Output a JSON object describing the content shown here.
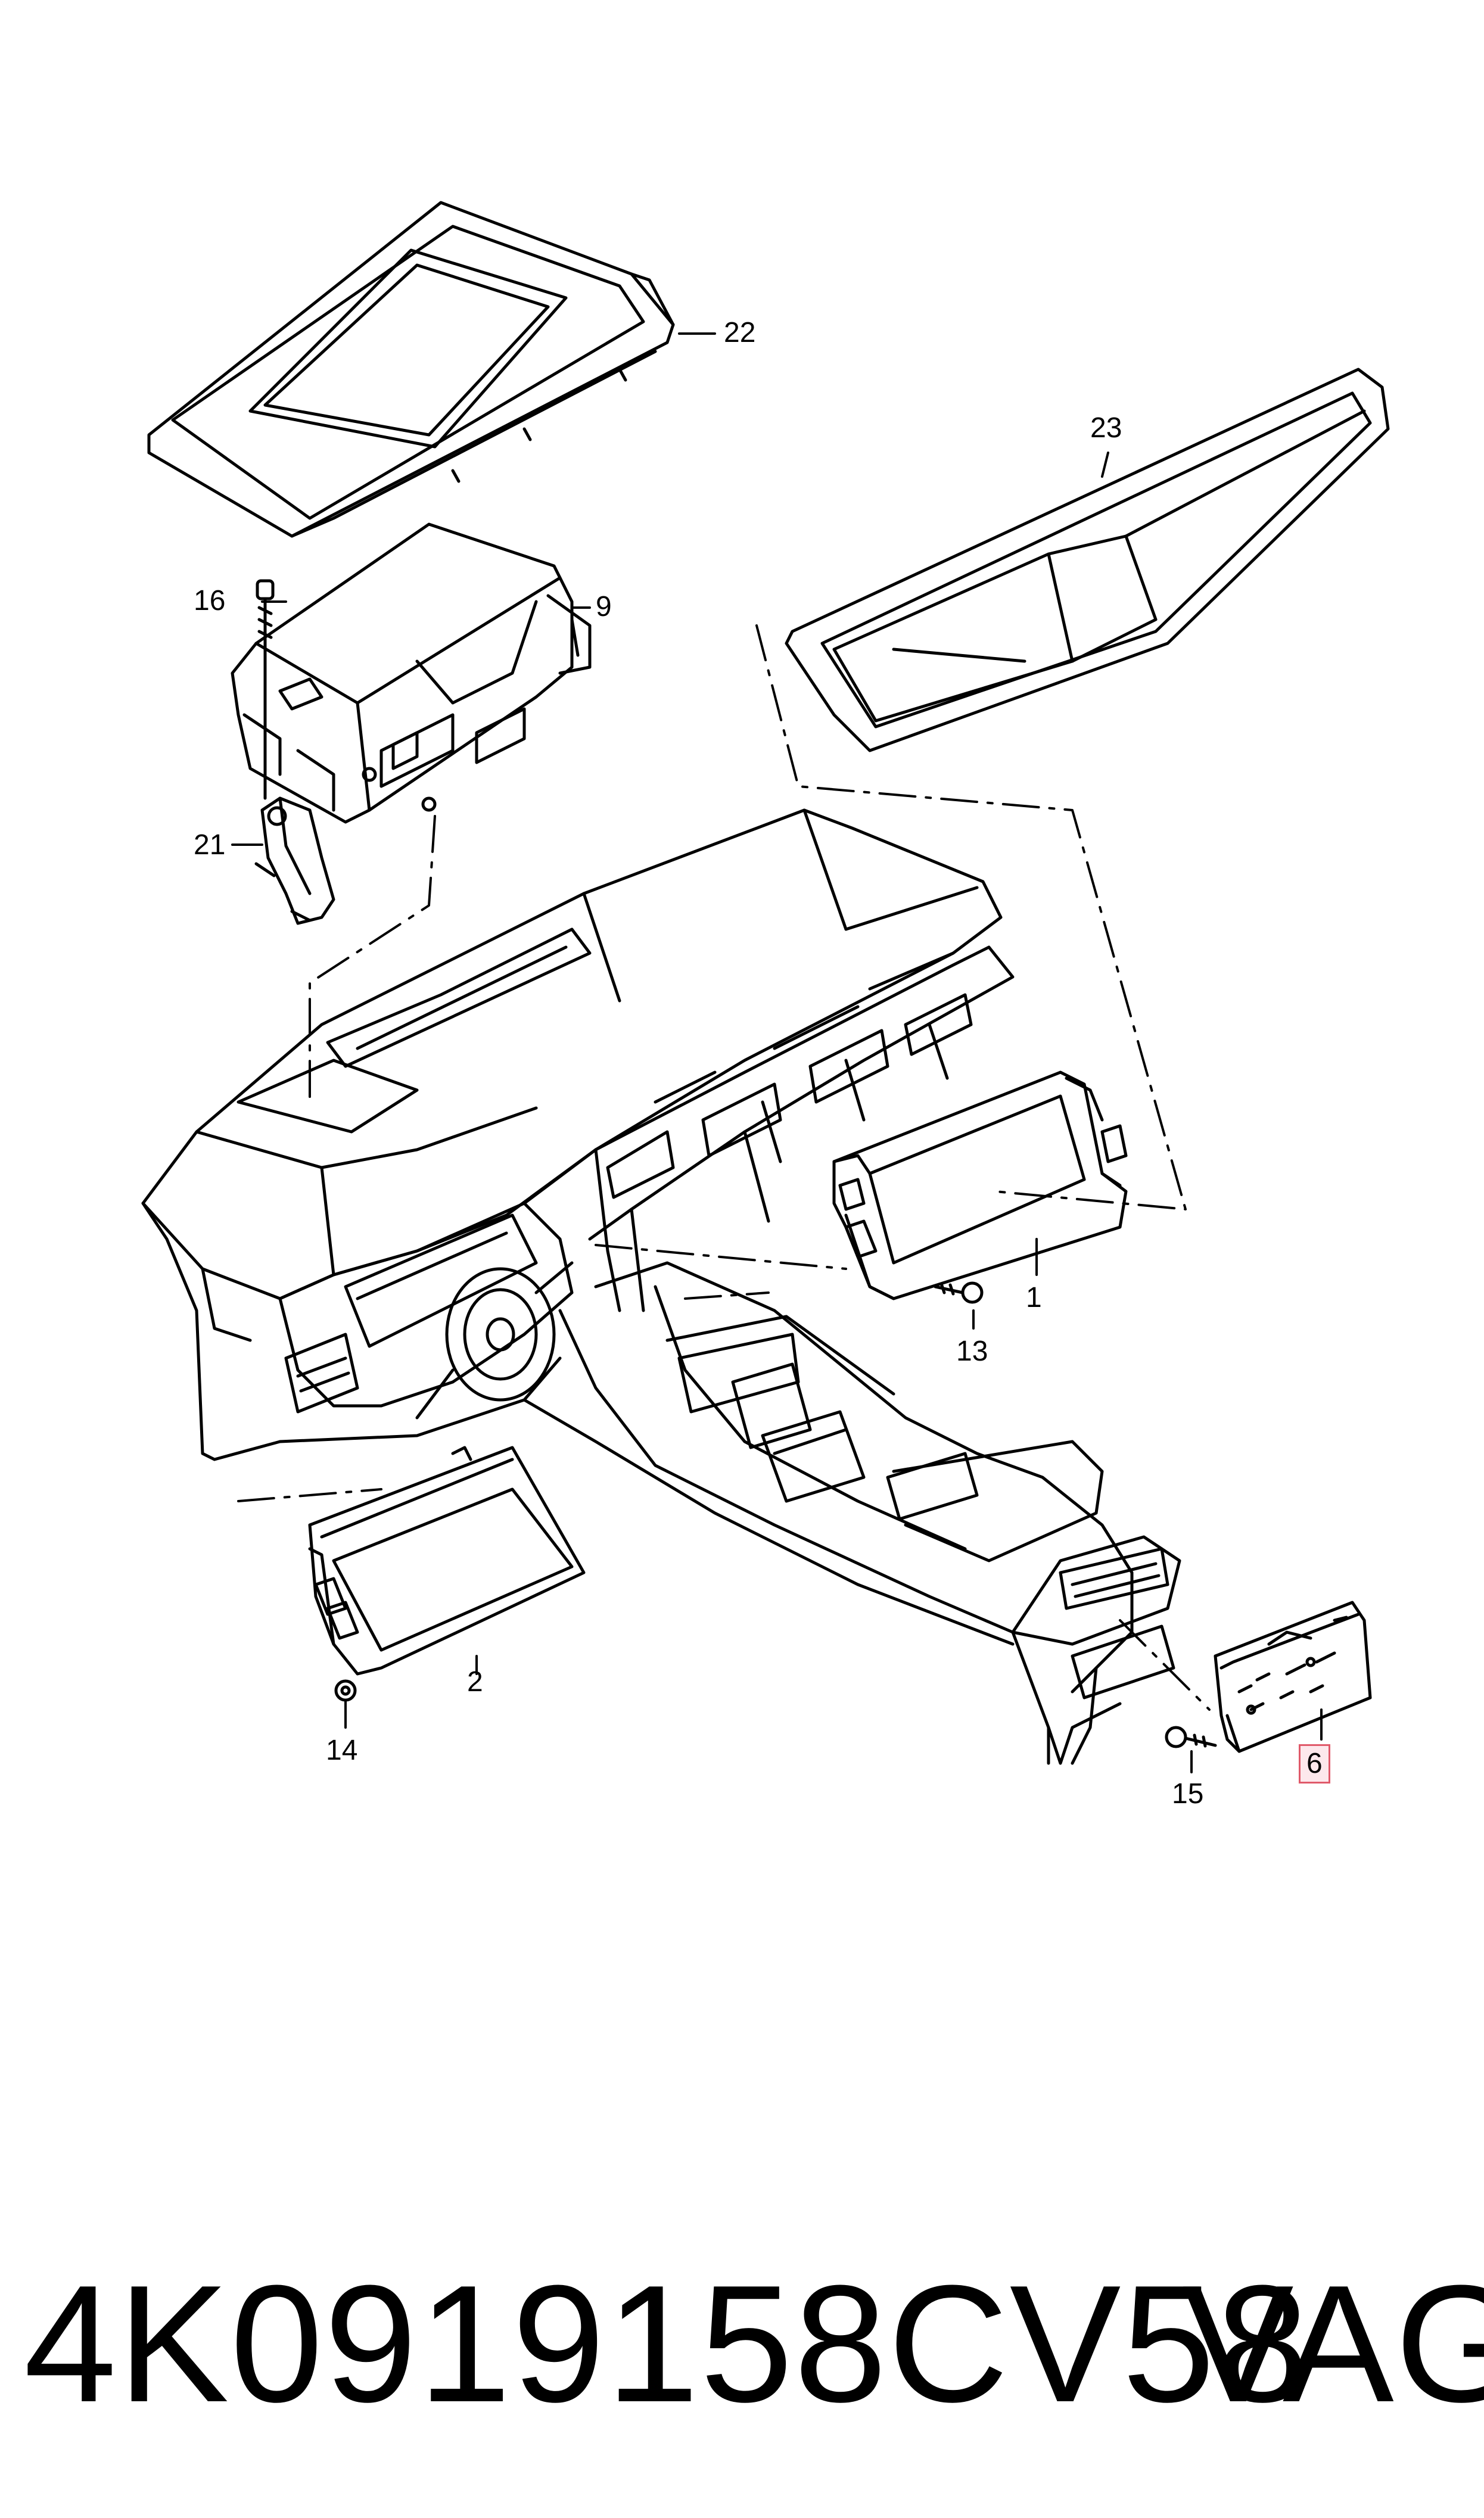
{
  "labels": {
    "p22": "22",
    "p23": "23",
    "p16": "16",
    "p9": "9",
    "p21": "21",
    "p1": "1",
    "p13": "13",
    "p2": "2",
    "p14": "14",
    "p15": "15",
    "p6": "6"
  },
  "footer": {
    "part_number": "4K0919158CV58",
    "brand": "VAG"
  },
  "highlight_color": "#e05a6a"
}
